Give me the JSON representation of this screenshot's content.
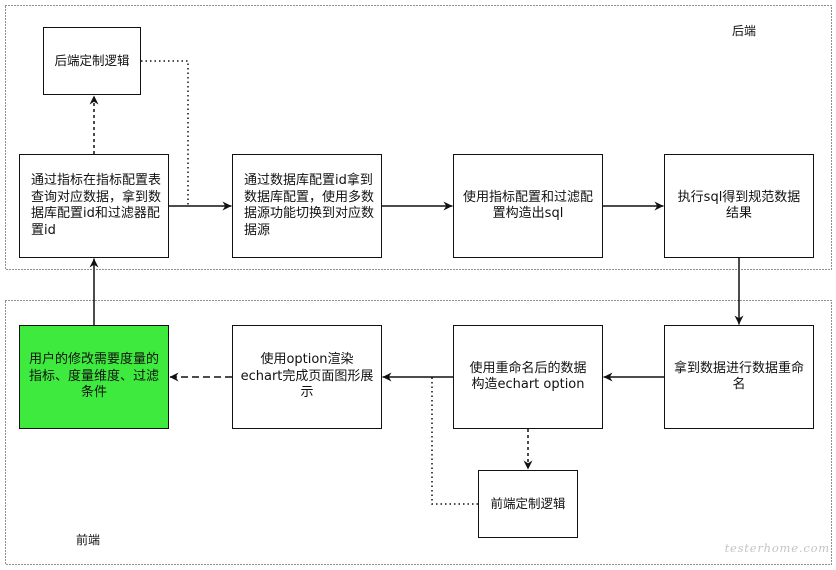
{
  "regions": {
    "backend": {
      "label": "后端"
    },
    "frontend": {
      "label": "前端"
    }
  },
  "nodes": {
    "backend_custom_logic": "后端定制逻辑",
    "query_indicator_config": "通过指标在指标配置表查询对应数据，拿到数据库配置id和过滤器配置id",
    "switch_datasource": "通过数据库配置id拿到数据库配置，使用多数据源功能切换到对应数据源",
    "build_sql": "使用指标配置和过滤配置构造出sql",
    "execute_sql": "执行sql得到规范数据结果",
    "rename_data": "拿到数据进行数据重命名",
    "build_echart_option": "使用重命名后的数据构造echart option",
    "render_echart": "使用option渲染echart完成页面图形展示",
    "user_modifies_conditions": "用户的修改需要度量的指标、度量维度、过滤条件",
    "frontend_custom_logic": "前端定制逻辑"
  },
  "colors": {
    "user_input_fill": "#3dea3d",
    "border": "#111111"
  },
  "watermark": "testerhome.com"
}
